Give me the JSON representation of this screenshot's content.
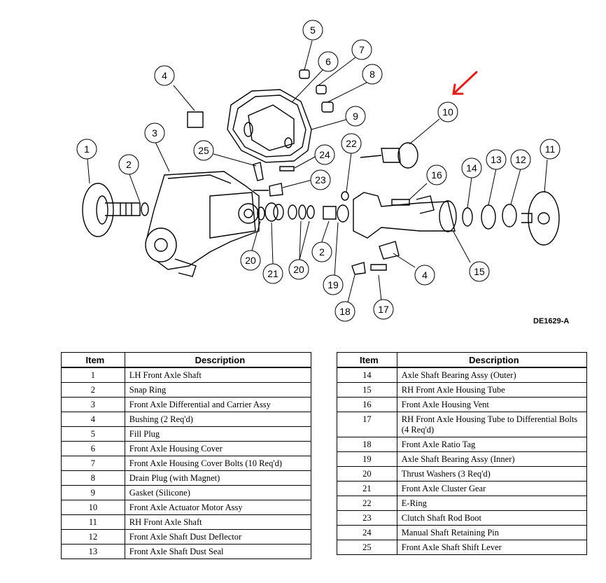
{
  "diagram": {
    "code": "DE1629-A",
    "callouts": [
      {
        "n": "1"
      },
      {
        "n": "2"
      },
      {
        "n": "3"
      },
      {
        "n": "4"
      },
      {
        "n": "5"
      },
      {
        "n": "6"
      },
      {
        "n": "7"
      },
      {
        "n": "8"
      },
      {
        "n": "9"
      },
      {
        "n": "10"
      },
      {
        "n": "11"
      },
      {
        "n": "12"
      },
      {
        "n": "13"
      },
      {
        "n": "14"
      },
      {
        "n": "15"
      },
      {
        "n": "16"
      },
      {
        "n": "17"
      },
      {
        "n": "18"
      },
      {
        "n": "19"
      },
      {
        "n": "20"
      },
      {
        "n": "21"
      },
      {
        "n": "22"
      },
      {
        "n": "23"
      },
      {
        "n": "24"
      },
      {
        "n": "25"
      },
      {
        "n": "20"
      },
      {
        "n": "2"
      },
      {
        "n": "4"
      }
    ],
    "arrow_color": "#e0201b"
  },
  "table_left": {
    "headers": [
      "Item",
      "Description"
    ],
    "rows": [
      [
        "1",
        "LH Front Axle Shaft"
      ],
      [
        "2",
        "Snap Ring"
      ],
      [
        "3",
        "Front Axle Differential and Carrier Assy"
      ],
      [
        "4",
        "Bushing (2 Req'd)"
      ],
      [
        "5",
        "Fill Plug"
      ],
      [
        "6",
        "Front Axle Housing Cover"
      ],
      [
        "7",
        "Front Axle Housing Cover Bolts (10 Req'd)"
      ],
      [
        "8",
        "Drain Plug (with Magnet)"
      ],
      [
        "9",
        "Gasket (Silicone)"
      ],
      [
        "10",
        "Front Axle Actuator Motor Assy"
      ],
      [
        "11",
        "RH Front Axle Shaft"
      ],
      [
        "12",
        "Front Axle Shaft Dust Deflector"
      ],
      [
        "13",
        "Front Axle Shaft Dust Seal"
      ]
    ]
  },
  "table_right": {
    "headers": [
      "Item",
      "Description"
    ],
    "rows": [
      [
        "14",
        "Axle Shaft Bearing Assy (Outer)"
      ],
      [
        "15",
        "RH Front Axle Housing Tube"
      ],
      [
        "16",
        "Front Axle Housing Vent"
      ],
      [
        "17",
        "RH Front Axle Housing Tube to Differential Bolts (4 Req'd)"
      ],
      [
        "18",
        "Front Axle Ratio Tag"
      ],
      [
        "19",
        "Axle Shaft Bearing Assy (Inner)"
      ],
      [
        "20",
        "Thrust Washers (3 Req'd)"
      ],
      [
        "21",
        "Front Axle Cluster Gear"
      ],
      [
        "22",
        "E-Ring"
      ],
      [
        "23",
        "Clutch Shaft Rod Boot"
      ],
      [
        "24",
        "Manual Shaft Retaining Pin"
      ],
      [
        "25",
        "Front Axle Shaft Shift Lever"
      ]
    ]
  }
}
